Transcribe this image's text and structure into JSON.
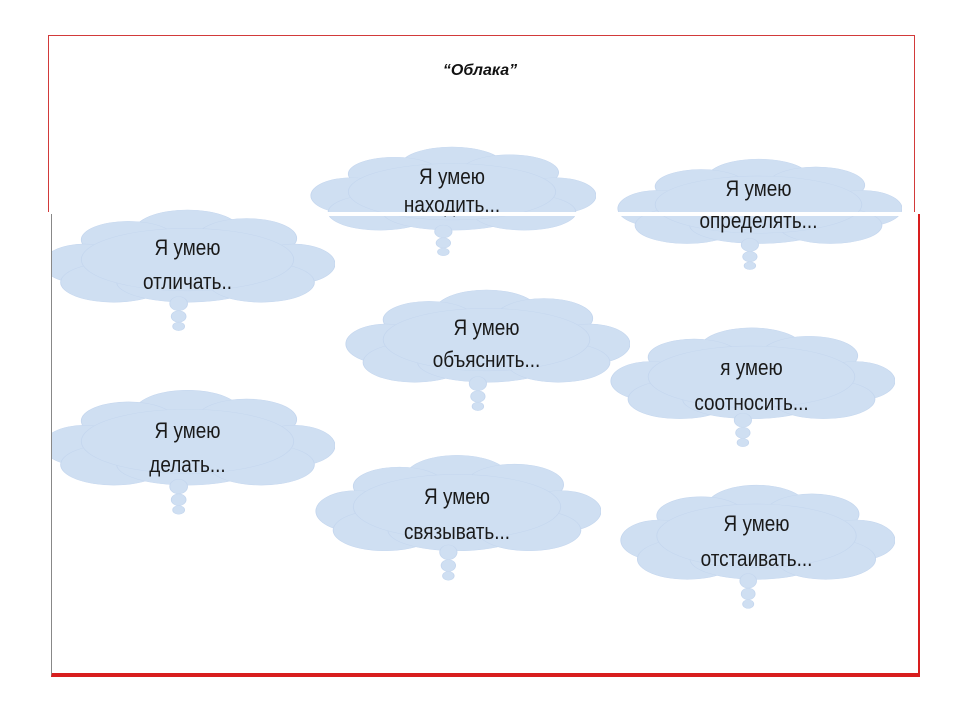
{
  "title": "“Облака”",
  "cloud_color": "#cfdff2",
  "border_color": "#d81e1e",
  "clouds": [
    {
      "line1": "Я умею",
      "line2": "находить..."
    },
    {
      "line1": "Я умею",
      "line2": "определять..."
    },
    {
      "line1": "Я умею",
      "line2": "отличать.."
    },
    {
      "line1": "Я умею",
      "line2": "объяснить..."
    },
    {
      "line1": "я умею",
      "line2": "соотносить..."
    },
    {
      "line1": "Я умею",
      "line2": "делать..."
    },
    {
      "line1": "Я умею",
      "line2": "связывать..."
    },
    {
      "line1": "Я умею",
      "line2": "отстаивать..."
    }
  ]
}
